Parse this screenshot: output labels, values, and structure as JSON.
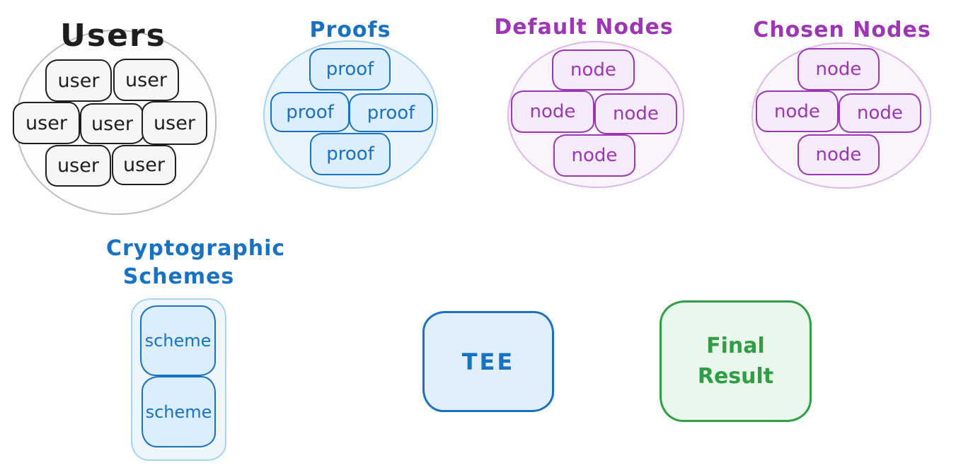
{
  "users": {
    "title": "Users",
    "items": [
      "user",
      "user",
      "user",
      "user",
      "user",
      "user",
      "user"
    ]
  },
  "proofs": {
    "title": "Proofs",
    "items": [
      "proof",
      "proof",
      "proof",
      "proof"
    ]
  },
  "default_nodes": {
    "title": "Default Nodes",
    "items": [
      "node",
      "node",
      "node",
      "node"
    ]
  },
  "chosen_nodes": {
    "title": "Chosen Nodes",
    "items": [
      "node",
      "node",
      "node",
      "node"
    ]
  },
  "schemes": {
    "title_line1": "Cryptographic",
    "title_line2": "Schemes",
    "items": [
      "scheme",
      "scheme"
    ]
  },
  "tee": {
    "label": "TEE"
  },
  "final_result": {
    "line1": "Final",
    "line2": "Result"
  },
  "colors": {
    "ink": "#1e1e1e",
    "gray-stroke": "#bcbfc3",
    "gray-fill": "#f5f6f7",
    "blue": "#1971c2",
    "blue-light-stroke": "#a6d3ef",
    "blue-box-fill": "#dceefb",
    "blue-circle-fill": "#eaf4fc",
    "purple": "#9c36b5",
    "purple-light-stroke": "#ddb6ec",
    "purple-box-fill": "#f6ebfa",
    "purple-circle-fill": "#faf4fc",
    "green": "#2f9e44",
    "green-fill": "#e9f7ed"
  }
}
